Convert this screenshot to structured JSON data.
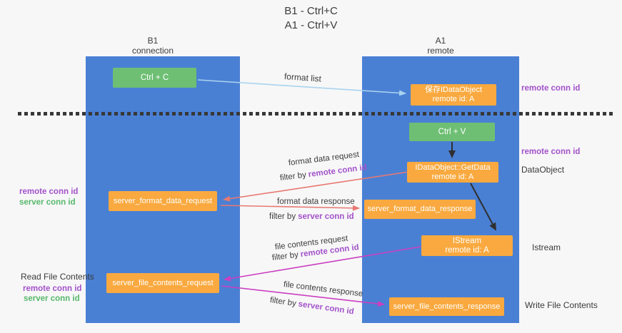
{
  "title": {
    "line1": "B1 - Ctrl+C",
    "line2": "A1 - Ctrl+V"
  },
  "lanes": {
    "left": {
      "name": "B1",
      "role": "connection"
    },
    "right": {
      "name": "A1",
      "role": "remote"
    }
  },
  "nodes": {
    "ctrl_c": {
      "label": "Ctrl + C"
    },
    "save_dataobject": {
      "line1": "保存IDataObject",
      "line2": "remote id: A"
    },
    "ctrl_v": {
      "label": "Ctrl + V"
    },
    "getdata": {
      "line1": "IDataObject::GetData",
      "line2": "remote id: A"
    },
    "server_format_data_request": {
      "label": "server_format_data_request"
    },
    "server_format_data_response": {
      "label": "server_format_data_response"
    },
    "istream": {
      "line1": "IStream",
      "line2": "remote id: A"
    },
    "server_file_contents_request": {
      "label": "server_file_contents_request"
    },
    "server_file_contents_response": {
      "label": "server_file_contents_response"
    }
  },
  "flow": {
    "format_list": "format list",
    "format_data_request": "format data request",
    "format_data_response": "format data response",
    "file_contents_request": "file contents request",
    "file_contents_response": "file contents response",
    "filter_by": "filter by",
    "remote_conn_id": "remote conn id",
    "server_conn_id": "server conn id"
  },
  "annotations": {
    "dataobject": "DataObject",
    "istream": "Istream",
    "read_file_contents": "Read File Contents",
    "write_file_contents": "Write File Contents"
  },
  "colors": {
    "lane_blue": "#4a80d4",
    "node_green": "#6ebf74",
    "node_orange": "#f9a93f",
    "remote_conn_id_purple": "#a352c9",
    "server_conn_id_green": "#57b86b",
    "format_arrow_salmon": "#e87970",
    "file_arrow_magenta": "#cb3ec1",
    "format_list_arrow_blue": "#a9d3ee",
    "divider_dark": "#383838",
    "background": "#f7f7f8"
  }
}
